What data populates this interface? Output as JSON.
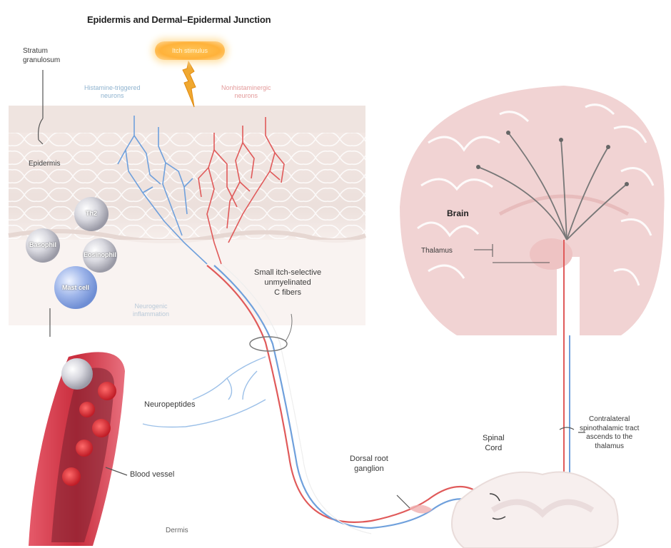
{
  "diagram": {
    "title": "Epidermis and Dermal–Epidermal Junction",
    "labels": {
      "stratum": "Stratum\ngranulosum",
      "epidermis": "Epidermis",
      "itch_stimulus": "Itch stimulus",
      "histamine_neurons": "Histamine-triggered\nneurons",
      "nonhistamine_neurons": "Nonhistaminergic\nneurons",
      "small_fibers": "Small itch-selective\nunmyelinated\nC fibers",
      "neuropeptides": "Neuropeptides",
      "neurogenic": "Neurogenic\ninflammation",
      "blood_vessel": "Blood vessel",
      "dermis": "Dermis",
      "brain": "Brain",
      "thalamus": "Thalamus",
      "spinal_cord": "Spinal\nCord",
      "dorsal_root": "Dorsal root\nganglion",
      "contralateral": "Contralateral\nspinothalamic tract\nascends to the\nthalamus"
    },
    "cells": [
      {
        "label": "Th2",
        "color": "#b8b8c4"
      },
      {
        "label": "Basophil",
        "color": "#9c9ca8"
      },
      {
        "label": "Eosinophil",
        "color": "#a4a4b0"
      },
      {
        "label": "Mast cell",
        "color": "#8fa7dd"
      }
    ],
    "colors": {
      "red_fiber": "#e05a5a",
      "blue_fiber": "#6fa0dc",
      "skin": "#ecdcd7",
      "brain": "#f1d3d3",
      "vessel": "#d43a4a"
    }
  }
}
